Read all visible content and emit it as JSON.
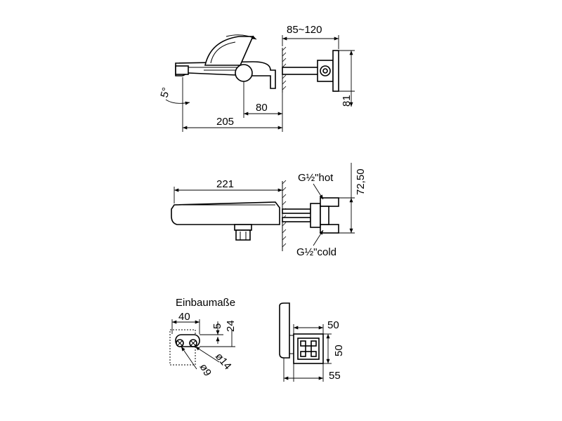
{
  "top_view": {
    "dim_depth": "85~120",
    "dim_height": "81",
    "dim_lever": "80",
    "dim_length": "205",
    "angle": "5°"
  },
  "side_view": {
    "dim_length": "221",
    "dim_height": "72,50",
    "hot_label": "G½\"hot",
    "cold_label": "G½\"cold"
  },
  "install_view": {
    "title": "Einbaumaße",
    "dim_spacing": "40",
    "dim_5": "5",
    "dim_24": "24",
    "dim_d14": "ø14",
    "dim_d9": "ø9"
  },
  "box_view": {
    "dim_width_top": "50",
    "dim_height": "50",
    "dim_width_bottom": "55"
  }
}
